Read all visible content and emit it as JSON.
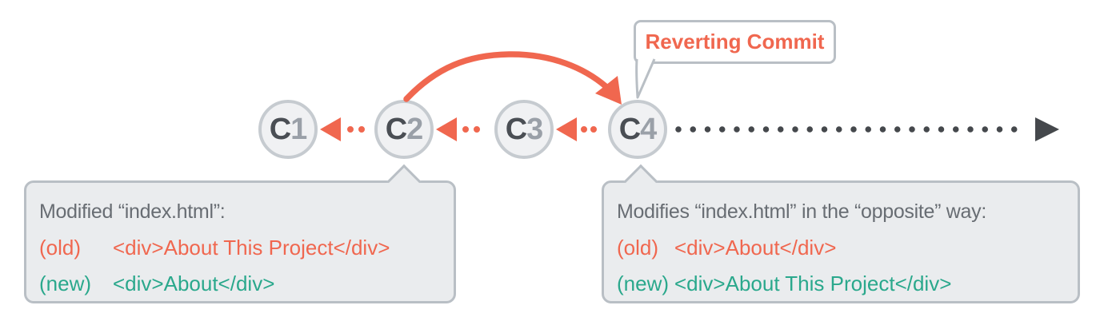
{
  "colors": {
    "coral": "#f0674f",
    "teal": "#2aa88c",
    "heading_gray": "#686d73",
    "commit_letter": "#4a4e54",
    "commit_number": "#9aa0a8",
    "circle_fill": "#f0f1f3",
    "circle_border": "#c6cbd0",
    "box_fill": "#eaecee",
    "box_border": "#b9bfc5",
    "dark_arrow": "#45484c"
  },
  "timeline": {
    "commits": [
      {
        "prefix": "C",
        "num": "1"
      },
      {
        "prefix": "C",
        "num": "2"
      },
      {
        "prefix": "C",
        "num": "3"
      },
      {
        "prefix": "C",
        "num": "4"
      }
    ]
  },
  "bubble": {
    "label": "Reverting Commit"
  },
  "left_callout": {
    "heading": "Modified “index.html”:",
    "old_label": "(old)",
    "old_code": "<div>About This Project</div>",
    "new_label": "(new)",
    "new_code": "<div>About</div>"
  },
  "right_callout": {
    "heading": "Modifies “index.html” in the “opposite” way:",
    "old_label": "(old)",
    "old_code": "<div>About</div>",
    "new_label": "(new)",
    "new_code": "<div>About This Project</div>"
  }
}
